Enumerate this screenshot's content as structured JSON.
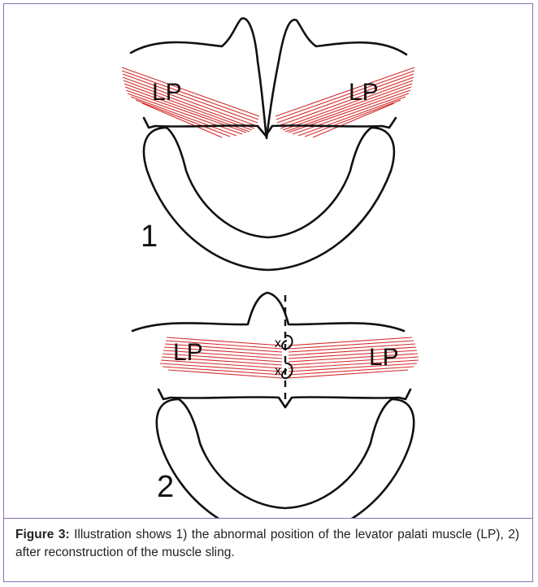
{
  "figure": {
    "panels": [
      {
        "number": "1",
        "muscle_label_left": "LP",
        "muscle_label_right": "LP"
      },
      {
        "number": "2",
        "muscle_label_left": "LP",
        "muscle_label_right": "LP"
      }
    ],
    "suture_marks": [
      "x",
      "x"
    ]
  },
  "caption": {
    "label": "Figure 3:",
    "text": " Illustration shows 1) the abnormal position of the levator palati muscle (LP), 2) after reconstruction of the muscle sling."
  },
  "colors": {
    "muscle": "#d42a2a",
    "frame": "#8a6fb0"
  }
}
